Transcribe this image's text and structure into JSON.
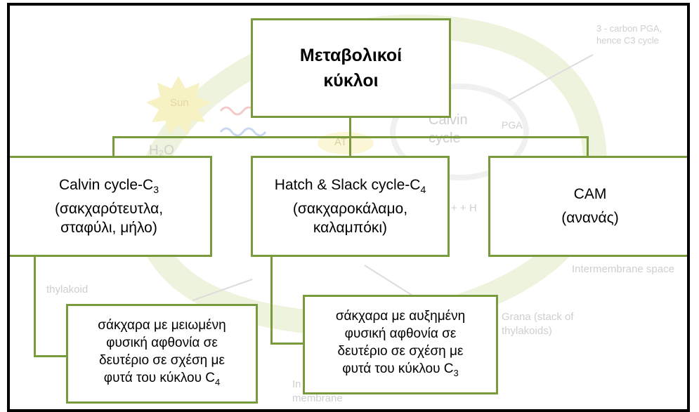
{
  "background": {
    "sun": "Sun",
    "water": "H₂O",
    "atp": "AT",
    "calvin": "Calvin cycle",
    "pga": "PGA",
    "carbon_note": "3 - carbon PGA, hence C3 cycle",
    "h_plus": "+ + H",
    "thylakoid": "thylakoid",
    "intermembrane": "Intermembrane space",
    "grana": "Grana (stack of thylakoids)",
    "membrane": "In membrane"
  },
  "root": {
    "line1": "Μεταβολικοί",
    "line2": "κύκλοι"
  },
  "c3": {
    "title": "Calvin cycle-C",
    "sub": "3",
    "line2": "(σακχαρότευτλα,",
    "line3": "σταφύλι, μήλο)"
  },
  "c4": {
    "title": "Hatch & Slack cycle-C",
    "sub": "4",
    "line2": "(σακχαροκάλαμο,",
    "line3": "καλαμπόκι)"
  },
  "cam": {
    "title": "CAM",
    "line2": "(ανανάς)"
  },
  "note_c3": {
    "line1": "σάκχαρα με μειωμένη",
    "line2": "φυσική αφθονία σε",
    "line3": "δευτέριο σε σχέση με",
    "line4": "φυτά του κύκλου C",
    "sub": "4"
  },
  "note_c4": {
    "line1": "σάκχαρα με αυξημένη",
    "line2": "φυσική αφθονία σε",
    "line3": "δευτέριο σε σχέση με",
    "line4": "φυτά του κύκλου C",
    "sub": "3"
  },
  "colors": {
    "box_border": "#7a9a3e",
    "frame": "#000000",
    "background_faint": "#cfcfcf"
  }
}
